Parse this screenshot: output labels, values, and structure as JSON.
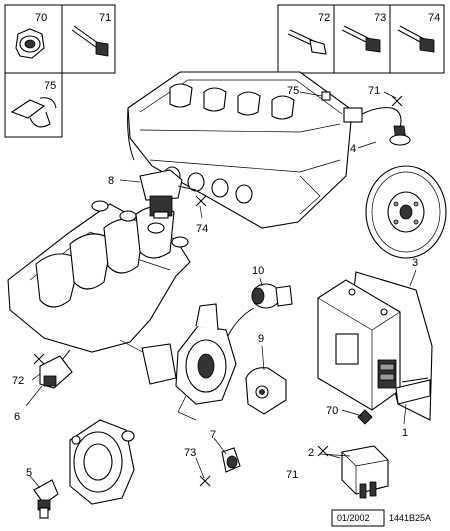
{
  "labels": {
    "p1": "1",
    "p2": "2",
    "p3": "3",
    "p4": "4",
    "p5": "5",
    "p6": "6",
    "p7": "7",
    "p8": "8",
    "p9": "9",
    "p10": "10",
    "p70": "70",
    "p71": "71",
    "p72": "72",
    "p73": "73",
    "p74": "74",
    "p75": "75"
  },
  "boxes": {
    "top_left": {
      "left_num": "70",
      "right_num": "71",
      "bottom_num": "75"
    },
    "top_right": {
      "a": "72",
      "b": "73",
      "c": "74"
    }
  },
  "footer": {
    "date": "01/2002",
    "ref": "1441B25A"
  }
}
